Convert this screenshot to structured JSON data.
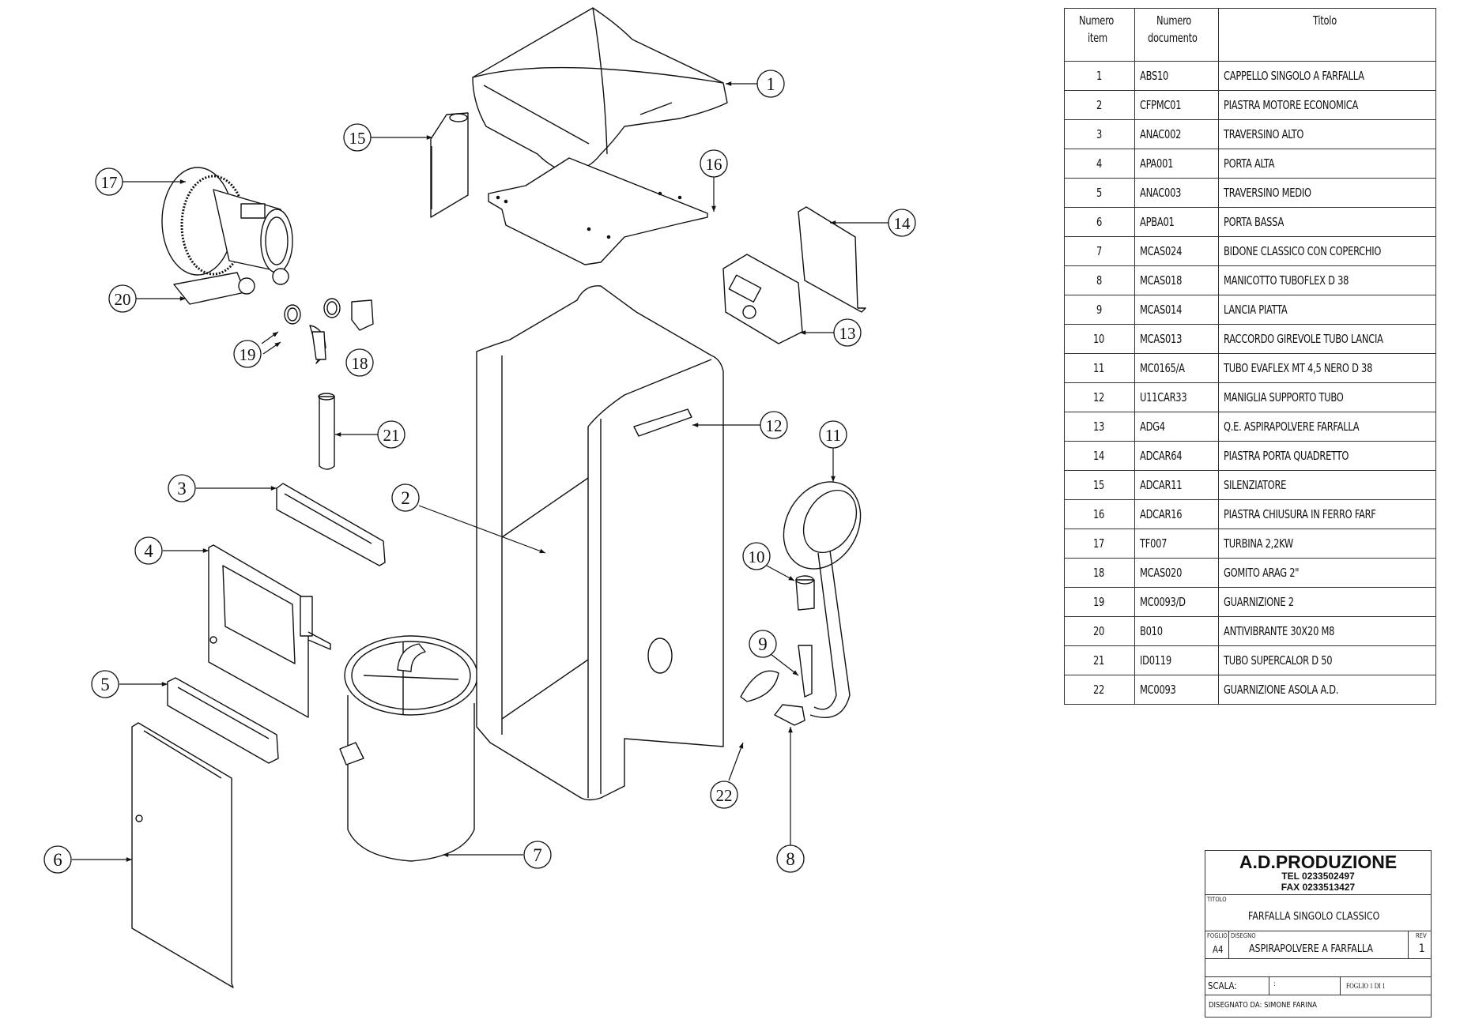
{
  "bom": {
    "headers": {
      "item": [
        "Numero",
        "item"
      ],
      "document": [
        "Numero",
        "documento"
      ],
      "title": "Titolo"
    },
    "rows": [
      {
        "item": "1",
        "doc": "ABS10",
        "title": "CAPPELLO SINGOLO A FARFALLA"
      },
      {
        "item": "2",
        "doc": "CFPMC01",
        "title": "PIASTRA MOTORE ECONOMICA"
      },
      {
        "item": "3",
        "doc": "ANAC002",
        "title": "TRAVERSINO ALTO"
      },
      {
        "item": "4",
        "doc": "APA001",
        "title": "PORTA ALTA"
      },
      {
        "item": "5",
        "doc": "ANAC003",
        "title": "TRAVERSINO MEDIO"
      },
      {
        "item": "6",
        "doc": "APBA01",
        "title": "PORTA BASSA"
      },
      {
        "item": "7",
        "doc": "MCAS024",
        "title": "BIDONE CLASSICO CON COPERCHIO"
      },
      {
        "item": "8",
        "doc": "MCAS018",
        "title": "MANICOTTO TUBOFLEX D 38"
      },
      {
        "item": "9",
        "doc": "MCAS014",
        "title": "LANCIA PIATTA"
      },
      {
        "item": "10",
        "doc": "MCAS013",
        "title": "RACCORDO GIREVOLE TUBO LANCIA"
      },
      {
        "item": "11",
        "doc": "MC0165/A",
        "title": "TUBO EVAFLEX MT 4,5 NERO D 38"
      },
      {
        "item": "12",
        "doc": "U11CAR33",
        "title": "MANIGLIA SUPPORTO TUBO"
      },
      {
        "item": "13",
        "doc": "ADG4",
        "title": "Q.E. ASPIRAPOLVERE FARFALLA"
      },
      {
        "item": "14",
        "doc": "ADCAR64",
        "title": "PIASTRA PORTA QUADRETTO"
      },
      {
        "item": "15",
        "doc": "ADCAR11",
        "title": "SILENZIATORE"
      },
      {
        "item": "16",
        "doc": "ADCAR16",
        "title": "PIASTRA CHIUSURA IN FERRO FARF"
      },
      {
        "item": "17",
        "doc": "TF007",
        "title": "TURBINA 2,2KW"
      },
      {
        "item": "18",
        "doc": "MCAS020",
        "title": "GOMITO ARAG 2\""
      },
      {
        "item": "19",
        "doc": "MC0093/D",
        "title": "GUARNIZIONE 2"
      },
      {
        "item": "20",
        "doc": "B010",
        "title": "ANTIVIBRANTE 30X20 M8"
      },
      {
        "item": "21",
        "doc": "ID0119",
        "title": "TUBO SUPERCALOR D 50"
      },
      {
        "item": "22",
        "doc": "MC0093",
        "title": "GUARNIZIONE ASOLA A.D."
      }
    ]
  },
  "titleblock": {
    "company": "A.D.PRODUZIONE",
    "tel": "TEL 0233502497",
    "fax": "FAX 0233513427",
    "titolo_label": "TITOLO",
    "titolo": "FARFALLA SINGOLO CLASSICO",
    "foglio_label": "FOGLIO",
    "foglio": "A4",
    "disegno_label": "DISEGNO",
    "disegno": "ASPIRAPOLVERE A FARFALLA",
    "rev_label": "REV",
    "rev": "1",
    "scala_label": "SCALA:",
    "scala_value": ":",
    "sheet": "FOGLIO 1 DI 1",
    "drawn_by": "DISEGNATO DA: SIMONE FARINA"
  },
  "callouts": [
    "1",
    "2",
    "3",
    "4",
    "5",
    "6",
    "7",
    "8",
    "9",
    "10",
    "11",
    "12",
    "13",
    "14",
    "15",
    "16",
    "17",
    "18",
    "19",
    "20",
    "21",
    "22"
  ]
}
